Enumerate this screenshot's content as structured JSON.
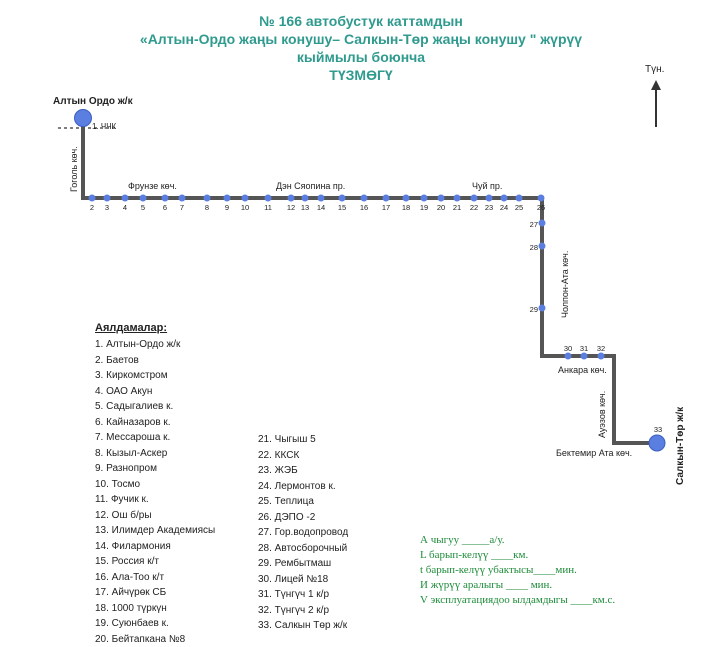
{
  "title": {
    "line1": "№ 166  автобустук каттамдын",
    "line2": "«Алтын-Ордо жаңы конушу– Салкын-Төр жаңы конушу \" жүрүү",
    "line3": "кыймылы боюнча",
    "line4": "ТҮЗМӨГҮ"
  },
  "north_label": "Түн.",
  "terminus_start": "Алтын Ордо ж/к",
  "terminus_end": "Салкын-Төр ж/к",
  "start_marker_label": "1. ЧЧК",
  "streets": {
    "gogol": "Гоголь көч.",
    "frunze": "Фрунзе көч.",
    "syaopina": "Дэн Сяопина пр.",
    "chuy": "Чуй пр.",
    "cholpon_ata": "Чолпон-Ата көч.",
    "ankara": "Анкара көч.",
    "auezov": "Ауэзов көч.",
    "bektemir_ata": "Бектемир Ата көч."
  },
  "stop_numbers": [
    "2",
    "3",
    "4",
    "5",
    "6",
    "7",
    "8",
    "9",
    "10",
    "11",
    "12",
    "13",
    "14",
    "15",
    "16",
    "17",
    "18",
    "19",
    "20",
    "21",
    "22",
    "23",
    "24",
    "25",
    "26",
    "27",
    "28",
    "29",
    "30",
    "31",
    "32",
    "33"
  ],
  "stops_heading": "Аялдамалар:",
  "stops_col1": [
    "1. Алтын-Ордо ж/к",
    "2. Баетов",
    "3. Киркомстром",
    "4. ОАО Акун",
    "5. Садыгалиев к.",
    "6. Кайназаров к.",
    "7. Мессароша к.",
    "8. Кызыл-Аскер",
    "9. Разнопром",
    "10. Тосмо",
    "11. Фучик к.",
    "12. Ош б/ры",
    "13. Илимдер Академиясы",
    "14. Филармония",
    "15. Россия к/т",
    "16. Ала-Тоо к/т",
    "17. Айчүрөк СБ",
    "18. 1000 түркүн",
    "19. Суюнбаев к.",
    "20. Бейтапкана №8"
  ],
  "stops_col2": [
    "21. Чыгыш 5",
    "22. ККСК",
    "23. ЖЭБ",
    "24. Лермонтов к.",
    "25. Теплица",
    "26. ДЭПО -2",
    "27. Гор.водопровод",
    "28. Автосборочный",
    "29. Рембытмаш",
    "30. Лицей №18",
    "31. Түнгүч 1 к/р",
    "32. Түнгүч 2 к/р",
    "33. Салкын Төр ж/к"
  ],
  "info": [
    "А чыгуу _____а/у.",
    "L барып-келүү ____км.",
    "t барып-келүү убактысы____мин.",
    "И жүрүү аралыгы ____  мин.",
    "V эксплуатациядоо ылдамдыгы ____км.с."
  ],
  "colors": {
    "title": "#2f9a8e",
    "route_line": "#555555",
    "stop_dot": "#5b7fe0",
    "info_text": "#1e8c3a"
  }
}
